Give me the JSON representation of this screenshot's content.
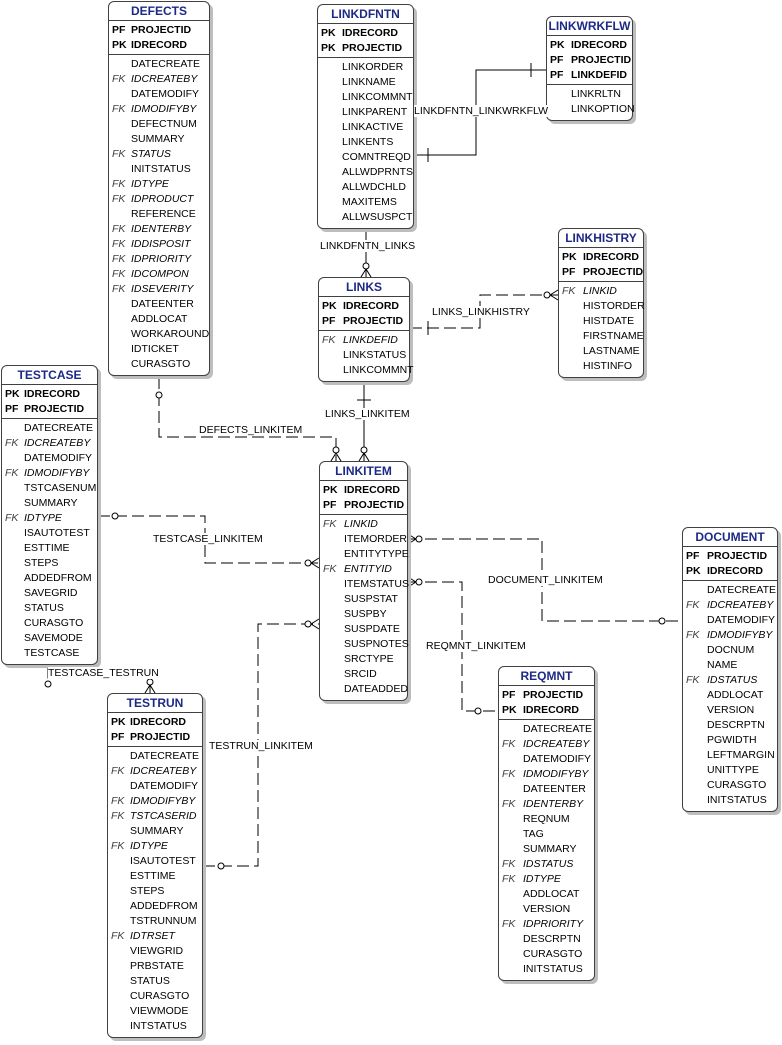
{
  "entities": {
    "defects": {
      "name": "DEFECTS",
      "keys": [
        [
          "PF",
          "PROJECTID"
        ],
        [
          "PK",
          "IDRECORD"
        ]
      ],
      "attrs": [
        [
          "",
          "DATECREATE"
        ],
        [
          "FK",
          "IDCREATEBY"
        ],
        [
          "",
          "DATEMODIFY"
        ],
        [
          "FK",
          "IDMODIFYBY"
        ],
        [
          "",
          "DEFECTNUM"
        ],
        [
          "",
          "SUMMARY"
        ],
        [
          "FK",
          "STATUS"
        ],
        [
          "",
          "INITSTATUS"
        ],
        [
          "FK",
          "IDTYPE"
        ],
        [
          "FK",
          "IDPRODUCT"
        ],
        [
          "",
          "REFERENCE"
        ],
        [
          "FK",
          "IDENTERBY"
        ],
        [
          "FK",
          "IDDISPOSIT"
        ],
        [
          "FK",
          "IDPRIORITY"
        ],
        [
          "FK",
          "IDCOMPON"
        ],
        [
          "FK",
          "IDSEVERITY"
        ],
        [
          "",
          "DATEENTER"
        ],
        [
          "",
          "ADDLOCAT"
        ],
        [
          "",
          "WORKAROUND"
        ],
        [
          "",
          "IDTICKET"
        ],
        [
          "",
          "CURASGTO"
        ]
      ]
    },
    "linkdfntn": {
      "name": "LINKDFNTN",
      "keys": [
        [
          "PK",
          "IDRECORD"
        ],
        [
          "PK",
          "PROJECTID"
        ]
      ],
      "attrs": [
        [
          "",
          "LINKORDER"
        ],
        [
          "",
          "LINKNAME"
        ],
        [
          "",
          "LINKCOMMNT"
        ],
        [
          "",
          "LINKPARENT"
        ],
        [
          "",
          "LINKACTIVE"
        ],
        [
          "",
          "LINKENTS"
        ],
        [
          "",
          "COMNTREQD"
        ],
        [
          "",
          "ALLWDPRNTS"
        ],
        [
          "",
          "ALLWDCHLD"
        ],
        [
          "",
          "MAXITEMS"
        ],
        [
          "",
          "ALLWSUSPCT"
        ]
      ]
    },
    "linkwrkflw": {
      "name": "LINKWRKFLW",
      "keys": [
        [
          "PK",
          "IDRECORD"
        ],
        [
          "PF",
          "PROJECTID"
        ],
        [
          "PF",
          "LINKDEFID"
        ]
      ],
      "attrs": [
        [
          "",
          "LINKRLTN"
        ],
        [
          "",
          "LINKOPTION"
        ]
      ]
    },
    "linkhistry": {
      "name": "LINKHISTRY",
      "keys": [
        [
          "PK",
          "IDRECORD"
        ],
        [
          "PF",
          "PROJECTID"
        ]
      ],
      "attrs": [
        [
          "FK",
          "LINKID"
        ],
        [
          "",
          "HISTORDER"
        ],
        [
          "",
          "HISTDATE"
        ],
        [
          "",
          "FIRSTNAME"
        ],
        [
          "",
          "LASTNAME"
        ],
        [
          "",
          "HISTINFO"
        ]
      ]
    },
    "links": {
      "name": "LINKS",
      "keys": [
        [
          "PK",
          "IDRECORD"
        ],
        [
          "PF",
          "PROJECTID"
        ]
      ],
      "attrs": [
        [
          "FK",
          "LINKDEFID"
        ],
        [
          "",
          "LINKSTATUS"
        ],
        [
          "",
          "LINKCOMMNT"
        ]
      ]
    },
    "testcase": {
      "name": "TESTCASE",
      "keys": [
        [
          "PK",
          "IDRECORD"
        ],
        [
          "PF",
          "PROJECTID"
        ]
      ],
      "attrs": [
        [
          "",
          "DATECREATE"
        ],
        [
          "FK",
          "IDCREATEBY"
        ],
        [
          "",
          "DATEMODIFY"
        ],
        [
          "FK",
          "IDMODIFYBY"
        ],
        [
          "",
          "TSTCASENUM"
        ],
        [
          "",
          "SUMMARY"
        ],
        [
          "FK",
          "IDTYPE"
        ],
        [
          "",
          "ISAUTOTEST"
        ],
        [
          "",
          "ESTTIME"
        ],
        [
          "",
          "STEPS"
        ],
        [
          "",
          "ADDEDFROM"
        ],
        [
          "",
          "SAVEGRID"
        ],
        [
          "",
          "STATUS"
        ],
        [
          "",
          "CURASGTO"
        ],
        [
          "",
          "SAVEMODE"
        ],
        [
          "",
          "TESTCASE"
        ]
      ]
    },
    "linkitem": {
      "name": "LINKITEM",
      "keys": [
        [
          "PK",
          "IDRECORD"
        ],
        [
          "PF",
          "PROJECTID"
        ]
      ],
      "attrs": [
        [
          "FK",
          "LINKID"
        ],
        [
          "",
          "ITEMORDER"
        ],
        [
          "",
          "ENTITYTYPE"
        ],
        [
          "FK",
          "ENTITYID"
        ],
        [
          "",
          "ITEMSTATUS"
        ],
        [
          "",
          "SUSPSTAT"
        ],
        [
          "",
          "SUSPBY"
        ],
        [
          "",
          "SUSPDATE"
        ],
        [
          "",
          "SUSPNOTES"
        ],
        [
          "",
          "SRCTYPE"
        ],
        [
          "",
          "SRCID"
        ],
        [
          "",
          "DATEADDED"
        ]
      ]
    },
    "document": {
      "name": "DOCUMENT",
      "keys": [
        [
          "PF",
          "PROJECTID"
        ],
        [
          "PK",
          "IDRECORD"
        ]
      ],
      "attrs": [
        [
          "",
          "DATECREATE"
        ],
        [
          "FK",
          "IDCREATEBY"
        ],
        [
          "",
          "DATEMODIFY"
        ],
        [
          "FK",
          "IDMODIFYBY"
        ],
        [
          "",
          "DOCNUM"
        ],
        [
          "",
          "NAME"
        ],
        [
          "FK",
          "IDSTATUS"
        ],
        [
          "",
          "ADDLOCAT"
        ],
        [
          "",
          "VERSION"
        ],
        [
          "",
          "DESCRPTN"
        ],
        [
          "",
          "PGWIDTH"
        ],
        [
          "",
          "LEFTMARGIN"
        ],
        [
          "",
          "UNITTYPE"
        ],
        [
          "",
          "CURASGTO"
        ],
        [
          "",
          "INITSTATUS"
        ]
      ]
    },
    "testrun": {
      "name": "TESTRUN",
      "keys": [
        [
          "PK",
          "IDRECORD"
        ],
        [
          "PF",
          "PROJECTID"
        ]
      ],
      "attrs": [
        [
          "",
          "DATECREATE"
        ],
        [
          "FK",
          "IDCREATEBY"
        ],
        [
          "",
          "DATEMODIFY"
        ],
        [
          "FK",
          "IDMODIFYBY"
        ],
        [
          "FK",
          "TSTCASERID"
        ],
        [
          "",
          "SUMMARY"
        ],
        [
          "FK",
          "IDTYPE"
        ],
        [
          "",
          "ISAUTOTEST"
        ],
        [
          "",
          "ESTTIME"
        ],
        [
          "",
          "STEPS"
        ],
        [
          "",
          "ADDEDFROM"
        ],
        [
          "",
          "TSTRUNNUM"
        ],
        [
          "FK",
          "IDTRSET"
        ],
        [
          "",
          "VIEWGRID"
        ],
        [
          "",
          "PRBSTATE"
        ],
        [
          "",
          "STATUS"
        ],
        [
          "",
          "CURASGTO"
        ],
        [
          "",
          "VIEWMODE"
        ],
        [
          "",
          "INTSTATUS"
        ]
      ]
    },
    "reqmnt": {
      "name": "REQMNT",
      "keys": [
        [
          "PF",
          "PROJECTID"
        ],
        [
          "PK",
          "IDRECORD"
        ]
      ],
      "attrs": [
        [
          "",
          "DATECREATE"
        ],
        [
          "FK",
          "IDCREATEBY"
        ],
        [
          "",
          "DATEMODIFY"
        ],
        [
          "FK",
          "IDMODIFYBY"
        ],
        [
          "",
          "DATEENTER"
        ],
        [
          "FK",
          "IDENTERBY"
        ],
        [
          "",
          "REQNUM"
        ],
        [
          "",
          "TAG"
        ],
        [
          "",
          "SUMMARY"
        ],
        [
          "FK",
          "IDSTATUS"
        ],
        [
          "FK",
          "IDTYPE"
        ],
        [
          "",
          "ADDLOCAT"
        ],
        [
          "",
          "VERSION"
        ],
        [
          "FK",
          "IDPRIORITY"
        ],
        [
          "",
          "DESCRPTN"
        ],
        [
          "",
          "CURASGTO"
        ],
        [
          "",
          "INITSTATUS"
        ]
      ]
    }
  },
  "relationships": {
    "linkdfntn_linkwrkflw": "LINKDFNTN_LINKWRKFLW",
    "linkdfntn_links": "LINKDFNTN_LINKS",
    "links_linkhistry": "LINKS_LINKHISTRY",
    "links_linkitem": "LINKS_LINKITEM",
    "defects_linkitem": "DEFECTS_LINKITEM",
    "testcase_linkitem": "TESTCASE_LINKITEM",
    "document_linkitem": "DOCUMENT_LINKITEM",
    "reqmnt_linkitem": "REQMNT_LINKITEM",
    "testcase_testrun": "TESTCASE_TESTRUN",
    "testrun_linkitem": "TESTRUN_LINKITEM"
  },
  "colors": {
    "title": "#1c2a86",
    "border": "#404040",
    "shadow": "#bdbdbd"
  }
}
